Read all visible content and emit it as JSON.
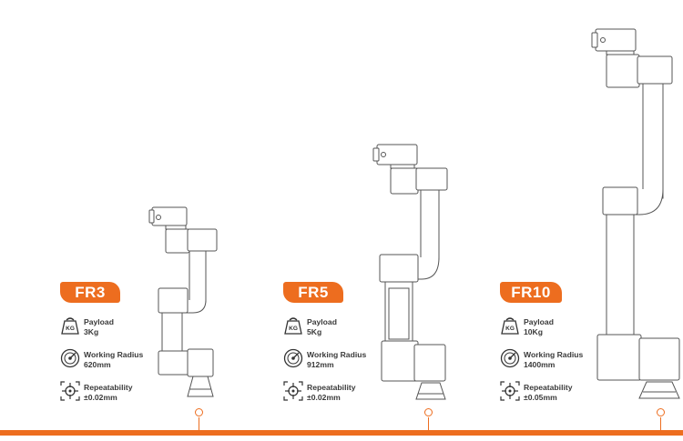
{
  "accent_color": "#ed6d1f",
  "models": [
    {
      "name": "FR3",
      "specs": [
        {
          "icon": "weight-icon",
          "label": "Payload",
          "value": "3Kg"
        },
        {
          "icon": "radius-icon",
          "label": "Working Radius",
          "value": "620mm"
        },
        {
          "icon": "target-icon",
          "label": "Repeatability",
          "value": "±0.02mm"
        }
      ]
    },
    {
      "name": "FR5",
      "specs": [
        {
          "icon": "weight-icon",
          "label": "Payload",
          "value": "5Kg"
        },
        {
          "icon": "radius-icon",
          "label": "Working Radius",
          "value": "912mm"
        },
        {
          "icon": "target-icon",
          "label": "Repeatability",
          "value": "±0.02mm"
        }
      ]
    },
    {
      "name": "FR10",
      "specs": [
        {
          "icon": "weight-icon",
          "label": "Payload",
          "value": "10Kg"
        },
        {
          "icon": "radius-icon",
          "label": "Working Radius",
          "value": "1400mm"
        },
        {
          "icon": "target-icon",
          "label": "Repeatability",
          "value": "±0.05mm"
        }
      ]
    }
  ],
  "weight_icon_text": "KG"
}
